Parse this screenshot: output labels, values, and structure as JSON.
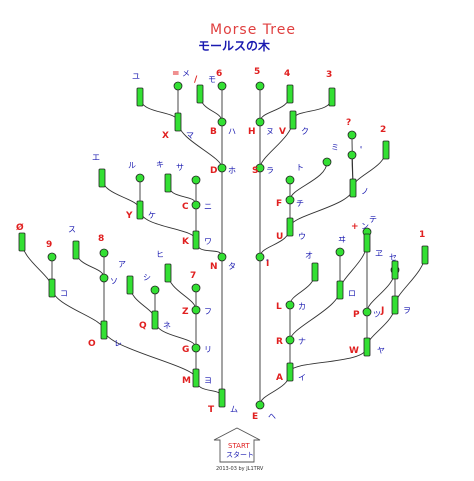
{
  "title": "Morse Tree",
  "subtitle": "モールスの木",
  "start": {
    "label": "START",
    "kana": "スタート"
  },
  "credit": "2013-03 by JL1TRV",
  "nodes": {
    "T": {
      "latin": "T",
      "kana": "ム"
    },
    "E": {
      "latin": "E",
      "kana": "ヘ"
    },
    "M": {
      "latin": "M",
      "kana": "ヨ"
    },
    "N": {
      "latin": "N",
      "kana": "タ"
    },
    "A": {
      "latin": "A",
      "kana": "イ"
    },
    "I": {
      "latin": "I",
      "kana": "゛"
    },
    "O": {
      "latin": "O",
      "kana": "レ"
    },
    "G": {
      "latin": "G",
      "kana": "リ"
    },
    "K": {
      "latin": "K",
      "kana": "ワ"
    },
    "D": {
      "latin": "D",
      "kana": "ホ"
    },
    "W": {
      "latin": "W",
      "kana": "ヤ"
    },
    "R": {
      "latin": "R",
      "kana": "ナ"
    },
    "U": {
      "latin": "U",
      "kana": "ウ"
    },
    "S": {
      "latin": "S",
      "kana": "ラ"
    },
    "CH": {
      "latin": "",
      "kana": "コ"
    },
    "OE": {
      "latin": "",
      "kana": "ソ"
    },
    "Q": {
      "latin": "Q",
      "kana": "ネ"
    },
    "Z": {
      "latin": "Z",
      "kana": "フ"
    },
    "Y": {
      "latin": "Y",
      "kana": "ケ"
    },
    "C": {
      "latin": "C",
      "kana": "ニ"
    },
    "X": {
      "latin": "X",
      "kana": "マ"
    },
    "B": {
      "latin": "B",
      "kana": "ハ"
    },
    "J": {
      "latin": "J",
      "kana": "ヲ"
    },
    "P": {
      "latin": "P",
      "kana": "ツ"
    },
    "AE": {
      "latin": "",
      "kana": "ロ"
    },
    "L": {
      "latin": "L",
      "kana": "カ"
    },
    "UE": {
      "latin": "",
      "kana": "ノ"
    },
    "F": {
      "latin": "F",
      "kana": "チ"
    },
    "V": {
      "latin": "V",
      "kana": "ク"
    },
    "H": {
      "latin": "H",
      "kana": "ヌ"
    },
    "D0": {
      "latin": "Ø",
      "kana": ""
    },
    "D9": {
      "latin": "9",
      "kana": ""
    },
    "SU": {
      "latin": "",
      "kana": "ス"
    },
    "D8": {
      "latin": "8",
      "kana": ""
    },
    "A_": {
      "latin": "",
      "kana": "ア"
    },
    "SHI": {
      "latin": "",
      "kana": "シ"
    },
    "HI": {
      "latin": "",
      "kana": "ヒ"
    },
    "D7": {
      "latin": "7",
      "kana": ""
    },
    "E_": {
      "latin": "",
      "kana": "エ"
    },
    "RU": {
      "latin": "",
      "kana": "ル"
    },
    "KI": {
      "latin": "",
      "kana": "キ"
    },
    "SA": {
      "latin": "",
      "kana": "サ"
    },
    "YU": {
      "latin": "",
      "kana": "ユ"
    },
    "EQ": {
      "latin": "=",
      "kana": "メ"
    },
    "SL": {
      "latin": "/",
      "kana": "モ"
    },
    "D6": {
      "latin": "6",
      "kana": ""
    },
    "D1": {
      "latin": "1",
      "kana": ""
    },
    "SE": {
      "latin": "",
      "kana": "セ"
    },
    "WE": {
      "latin": "",
      "kana": "ヱ"
    },
    "TE": {
      "latin": "",
      "kana": "テ"
    },
    "PL": {
      "latin": "+",
      "kana": "ン"
    },
    "WI": {
      "latin": "",
      "kana": "ヰ"
    },
    "O_": {
      "latin": "",
      "kana": "オ"
    },
    "D2": {
      "latin": "2",
      "kana": ""
    },
    "MI": {
      "latin": "",
      "kana": "ミ"
    },
    "QM": {
      "latin": "?",
      "kana": ""
    },
    "HD": {
      "latin": "",
      "kana": "゜"
    },
    "TO": {
      "latin": "",
      "kana": "ト"
    },
    "D3": {
      "latin": "3",
      "kana": ""
    },
    "D4": {
      "latin": "4",
      "kana": ""
    },
    "D5": {
      "latin": "5",
      "kana": ""
    }
  }
}
